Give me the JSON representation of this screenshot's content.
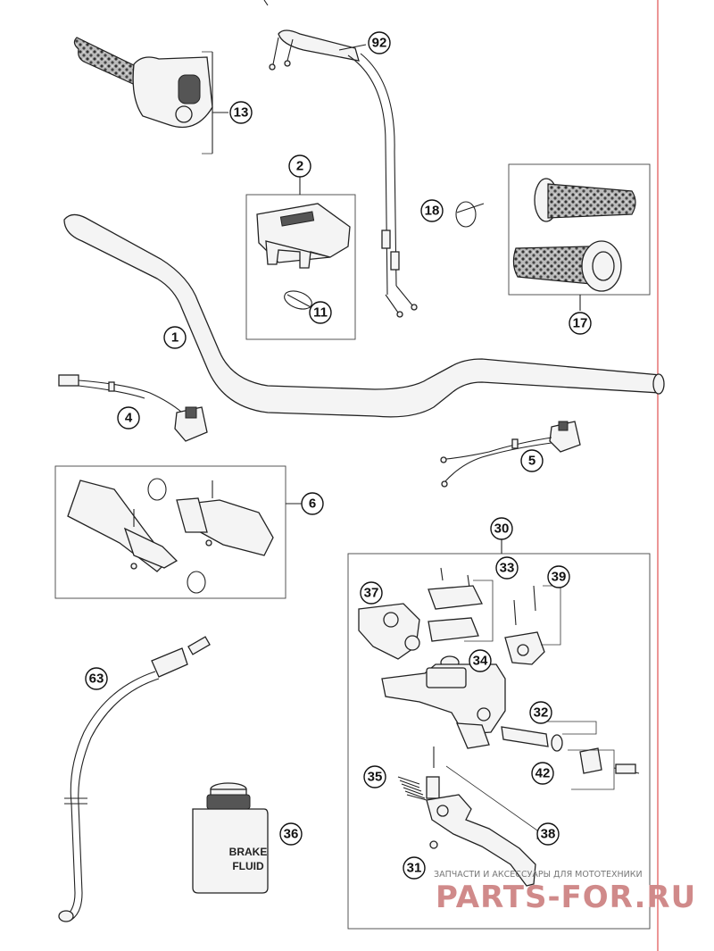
{
  "parts": {
    "n1": "1",
    "n2": "2",
    "n4": "4",
    "n5": "5",
    "n6": "6",
    "n11": "11",
    "n13": "13",
    "n17": "17",
    "n18": "18",
    "n30": "30",
    "n31": "31",
    "n32": "32",
    "n33": "33",
    "n34": "34",
    "n35": "35",
    "n36": "36",
    "n37": "37",
    "n38": "38",
    "n39": "39",
    "n42": "42",
    "n63": "63",
    "n92": "92"
  },
  "bottle": {
    "line1": "BRAKE",
    "line2": "FLUID"
  },
  "watermark": {
    "tagline": "ЗАПЧАСТИ И АКСЕССУАРЫ ДЛЯ МОТОТЕХНИКИ",
    "brand": "PARTS-FOR.RU"
  },
  "colors": {
    "margin_line": "#e05050",
    "watermark": "#d08a8a"
  }
}
